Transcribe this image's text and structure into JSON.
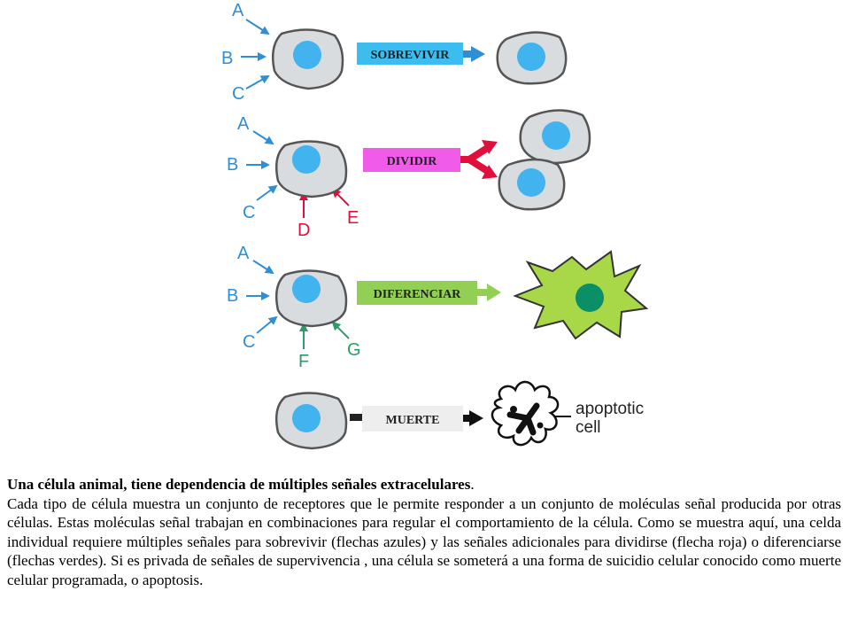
{
  "actions": {
    "survive": "SOBREVIVIR",
    "divide": "DIVIDIR",
    "differentiate": "DIFERENCIAR",
    "death": "MUERTE"
  },
  "signals": {
    "a": "A",
    "b": "B",
    "c": "C",
    "d": "D",
    "e": "E",
    "f": "F",
    "g": "G"
  },
  "apoptotic_label": {
    "line1": "apoptotic",
    "line2": "cell"
  },
  "caption": {
    "title": "Una célula animal, tiene dependencia de múltiples señales extracelulares",
    "title_end": ".",
    "body": "Cada tipo de célula muestra un conjunto de receptores que le permite responder a un conjunto de moléculas señal producida por otras células. Estas moléculas señal trabajan en combinaciones para regular el comportamiento de la célula. Como se muestra aquí, una celda individual requiere múltiples señales para sobrevivir (flechas azules) y las señales adicionales para dividirse (flecha roja) o diferenciarse (flechas verdes). Si es privada de señales de supervivencia , una célula se someterá a una forma de suicidio celular conocido como muerte celular programada, o apoptosis."
  },
  "colors": {
    "signal_blue": "#2f8fd6",
    "signal_red": "#e0103a",
    "signal_green": "#2f9a6a",
    "cell_fill": "#d8dcdf",
    "nucleus": "#41b3ee",
    "diff_cell": "#a8d848",
    "diff_nucleus": "#0a8f66",
    "survive_box": "#3dbcef",
    "divide_box": "#f05be8",
    "differentiate_box": "#92cf55",
    "death_box": "#eeeeee"
  }
}
